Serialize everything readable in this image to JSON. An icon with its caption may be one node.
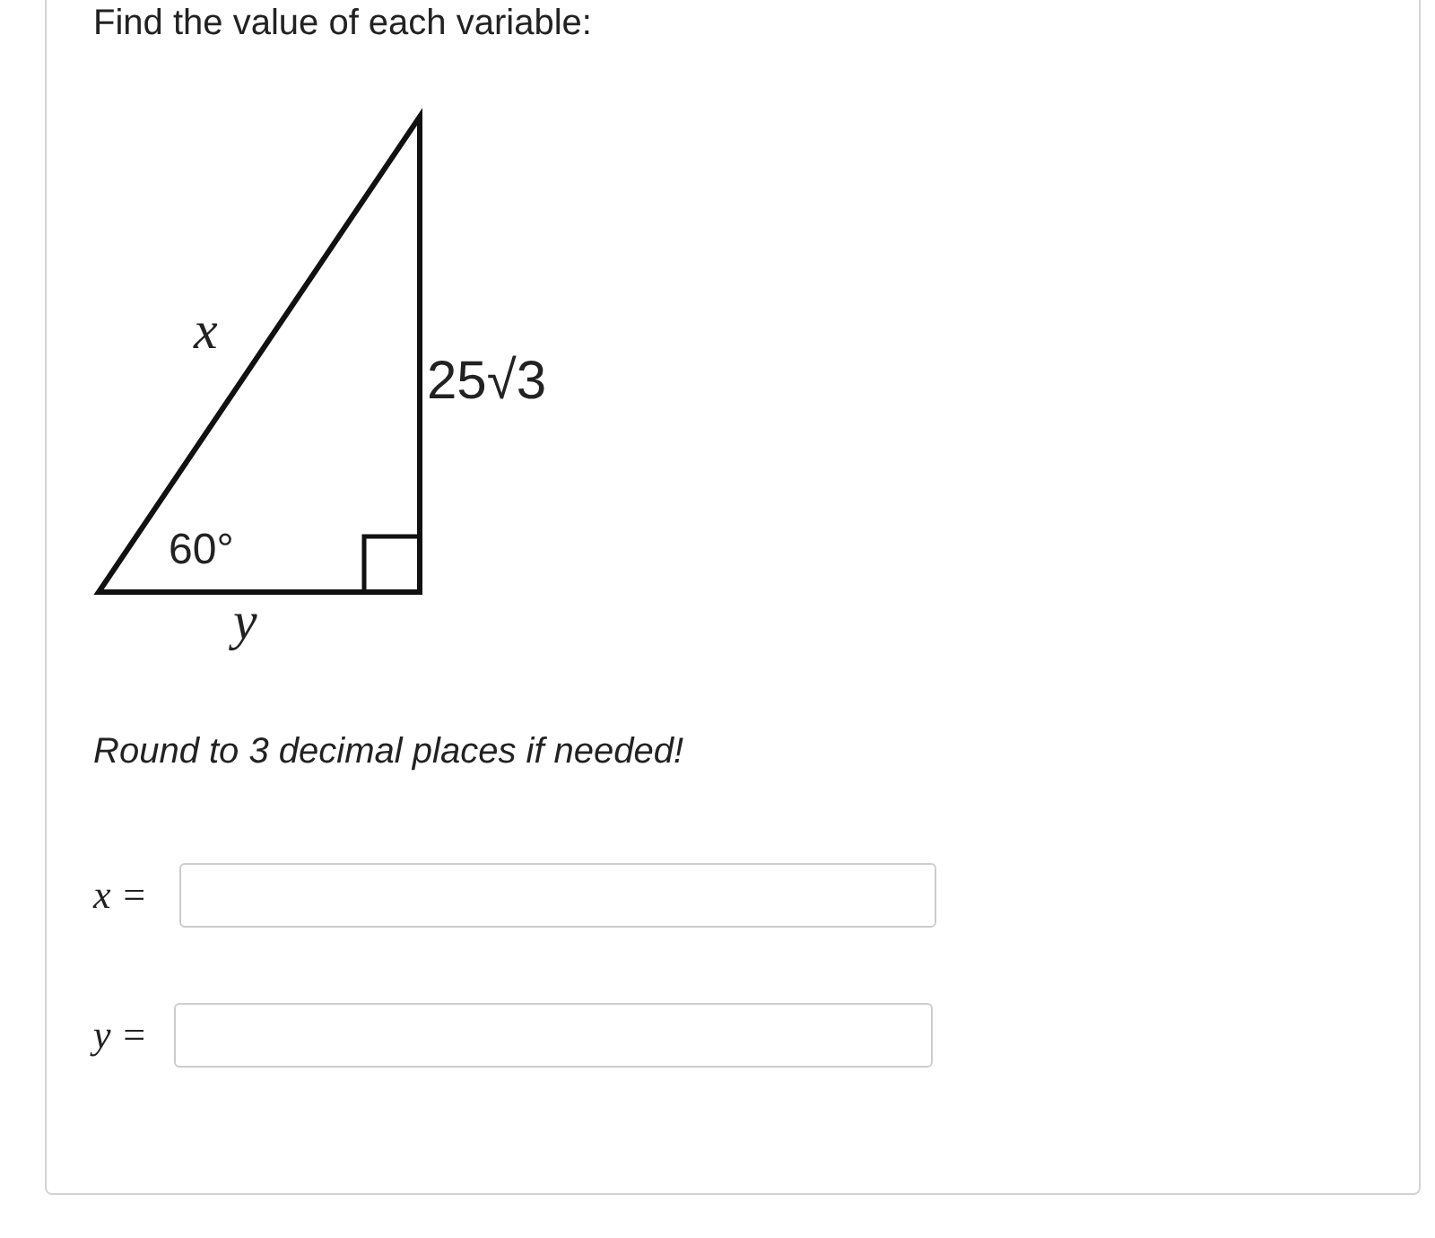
{
  "diagram": {
    "title": "Find the value of each variable:",
    "labels": [
      "x",
      "25√3",
      "60°",
      "y",
      "Round to 3 decimal places if needed!",
      "x =",
      "y ="
    ]
  }
}
